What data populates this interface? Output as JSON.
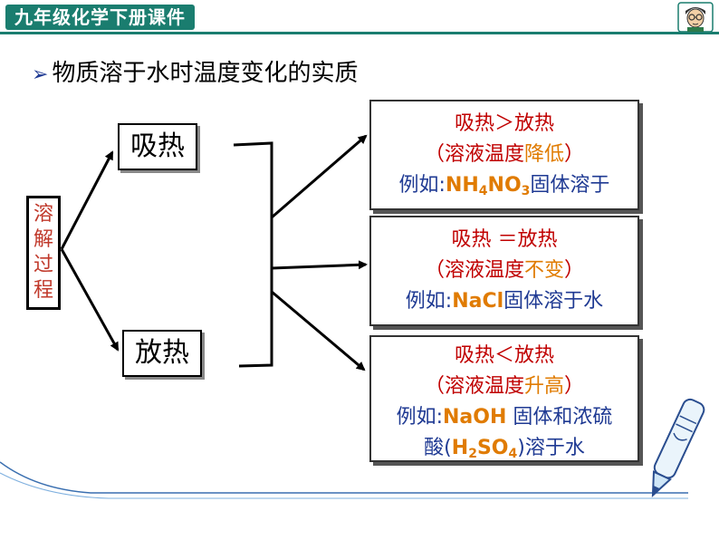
{
  "header": {
    "title": "九年级化学下册课件"
  },
  "subtitle": "物质溶于水时温度变化的实质",
  "root_label": [
    "溶",
    "解",
    "过",
    "程"
  ],
  "mid": {
    "absorb": "吸热",
    "release": "放热"
  },
  "boxes": [
    {
      "line1": "吸热＞放热",
      "l2_open": "（溶液温度",
      "l2_hl": "降低",
      "l2_close": "）",
      "example_prefix": "例如:",
      "f_NH": "NH",
      "f_4": "4",
      "f_NO": "NO",
      "f_3": "3",
      "example_suffix": "固体溶于"
    },
    {
      "line1": "吸热 ＝放热",
      "l2_open": "（溶液温度",
      "l2_hl": "不变",
      "l2_close": "）",
      "example_prefix": "例如:",
      "formula": "NaCl",
      "example_suffix": "固体溶于水"
    },
    {
      "line1": "吸热＜放热",
      "l2_open": "（溶液温度",
      "l2_hl": "升高",
      "l2_close": "）",
      "example_prefix": "例如:",
      "formula": "NaOH",
      "example_mid": " 固体和浓硫",
      "l4_start": "酸(",
      "f_H": "H",
      "f_2": "2",
      "f_SO": "SO",
      "f_4": "4",
      "l4_end": ")溶于水"
    }
  ],
  "icons": {
    "avatar": "teacher-avatar-icon",
    "pen": "pen-icon"
  },
  "colors": {
    "header": "#1a7d6f",
    "title_red": "#c00000",
    "text_blue": "#1f3a93",
    "highlight": "#e07b00"
  }
}
